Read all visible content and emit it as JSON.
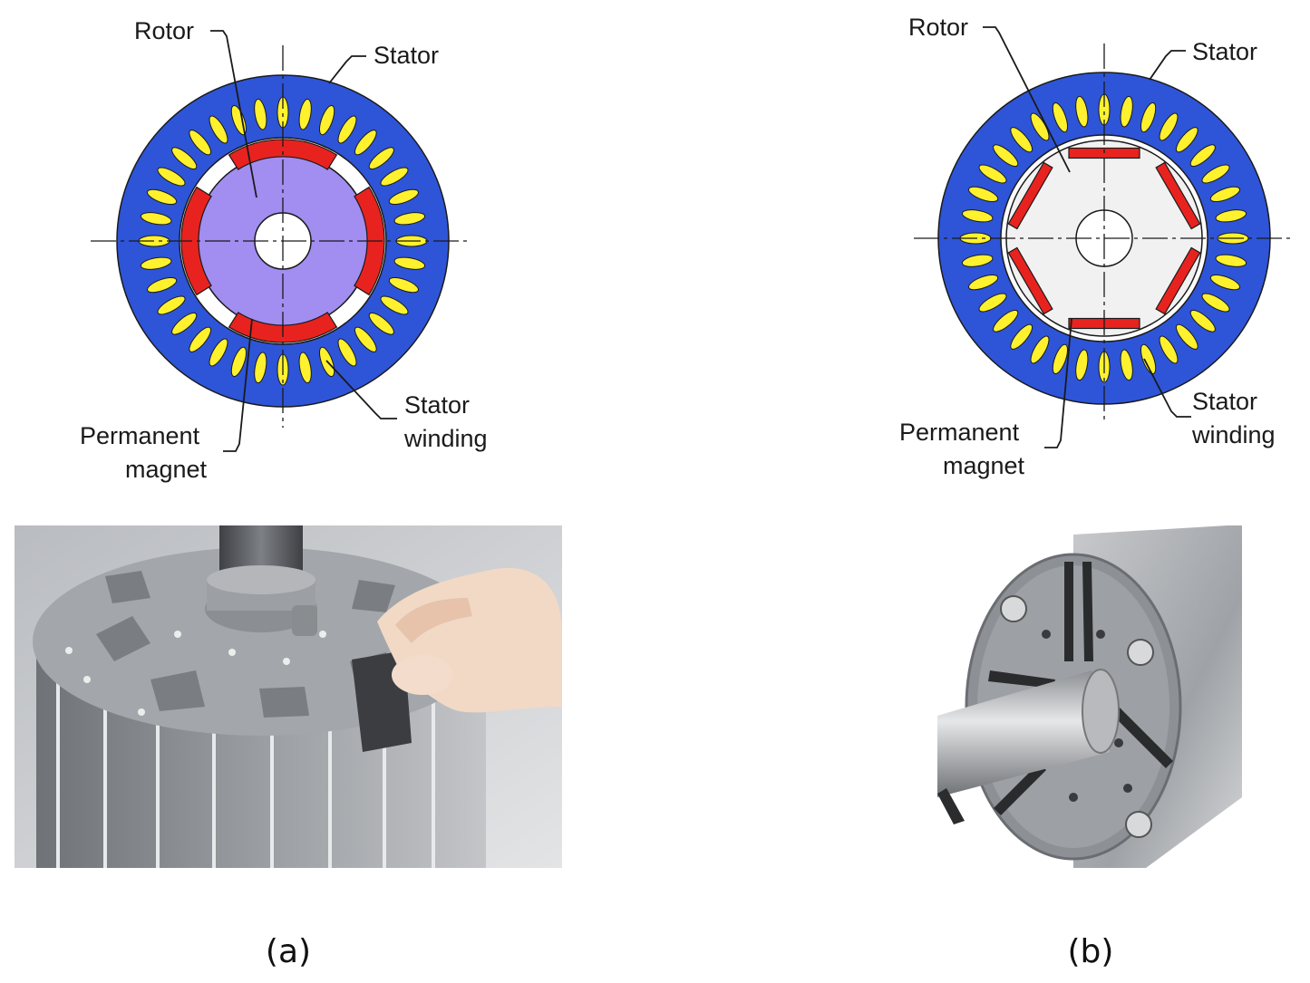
{
  "panels": [
    {
      "id": "a",
      "caption": "(a)",
      "labels": {
        "rotor": "Rotor",
        "stator": "Stator",
        "stator_winding_1": "Stator",
        "stator_winding_2": "winding",
        "permanent_magnet_1": "Permanent",
        "permanent_magnet_2": "magnet"
      },
      "photo_icon": "surface-mounted-magnet-rotor-photo"
    },
    {
      "id": "b",
      "caption": "(b)",
      "labels": {
        "rotor": "Rotor",
        "stator": "Stator",
        "stator_winding_1": "Stator",
        "stator_winding_2": "winding",
        "permanent_magnet_1": "Permanent",
        "permanent_magnet_2": "magnet"
      },
      "photo_icon": "interior-magnet-rotor-photo"
    }
  ],
  "colors": {
    "stator": "#2e55d8",
    "winding": "#fff12e",
    "magnet": "#e8231f",
    "rotor_a": "#a28df0",
    "rotor_b": "#f1f1f1",
    "outline": "#1a1a1a"
  }
}
